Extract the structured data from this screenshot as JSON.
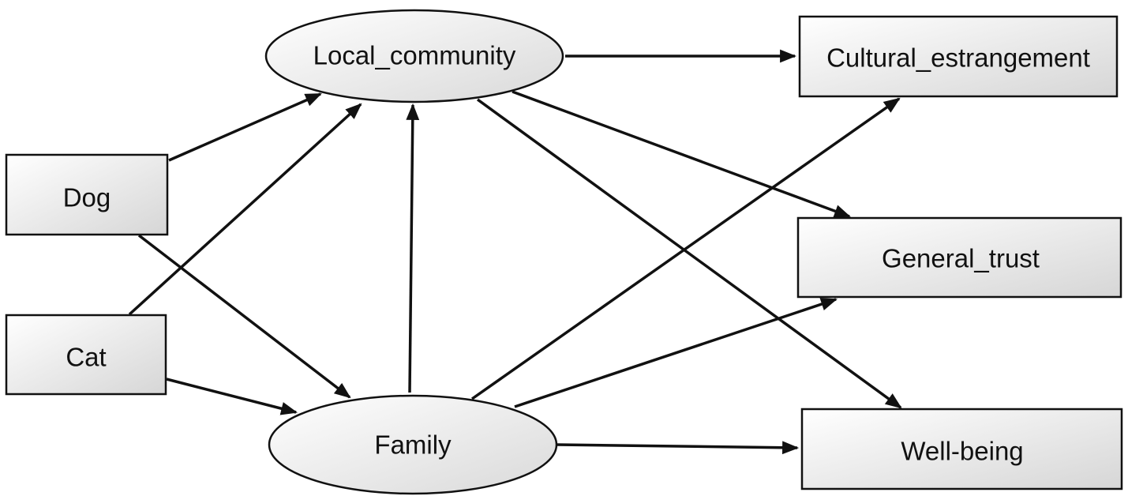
{
  "nodes": [
    {
      "id": "local_community",
      "label": "Local_community",
      "shape": "ellipse"
    },
    {
      "id": "family",
      "label": "Family",
      "shape": "ellipse"
    },
    {
      "id": "dog",
      "label": "Dog",
      "shape": "box"
    },
    {
      "id": "cat",
      "label": "Cat",
      "shape": "box"
    },
    {
      "id": "cultural_estrangement",
      "label": "Cultural_estrangement",
      "shape": "box"
    },
    {
      "id": "general_trust",
      "label": "General_trust",
      "shape": "box"
    },
    {
      "id": "well_being",
      "label": "Well-being",
      "shape": "box"
    }
  ],
  "edges": [
    {
      "from": "dog",
      "to": "local_community"
    },
    {
      "from": "dog",
      "to": "family"
    },
    {
      "from": "cat",
      "to": "local_community"
    },
    {
      "from": "cat",
      "to": "family"
    },
    {
      "from": "family",
      "to": "local_community"
    },
    {
      "from": "local_community",
      "to": "cultural_estrangement"
    },
    {
      "from": "local_community",
      "to": "general_trust"
    },
    {
      "from": "local_community",
      "to": "well_being"
    },
    {
      "from": "family",
      "to": "cultural_estrangement"
    },
    {
      "from": "family",
      "to": "general_trust"
    },
    {
      "from": "family",
      "to": "well_being"
    }
  ],
  "colors": {
    "stroke": "#111111",
    "fill_light": "#ffffff",
    "fill_dark": "#d6d6d6"
  }
}
